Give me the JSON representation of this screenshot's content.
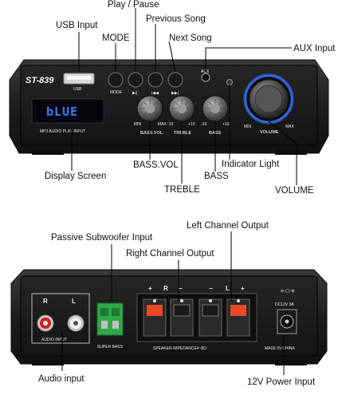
{
  "device_top": {
    "brand": "ST-839",
    "usb_label": "USB",
    "mode_label": "MODE",
    "lcd_text": "bLUE",
    "mp3_label": "MP3 AUDIO PLAY INPUT",
    "aux_label": "AUX",
    "knobs": {
      "bass_vol": {
        "label": "BASS.VOL",
        "min": "MIN",
        "max": "MAX"
      },
      "treble": {
        "label": "TREBLE",
        "min": "-10",
        "max": "+10"
      },
      "bass": {
        "label": "BASS",
        "min": "-10",
        "max": "+10"
      },
      "volume": {
        "label": "VOLUME",
        "min": "MIN",
        "max": "MAX"
      }
    }
  },
  "device_bottom": {
    "rl": {
      "r": "R",
      "l": "L"
    },
    "audio_input_label": "AUDIO INPUT",
    "super_bass_label": "SUPER BASS",
    "speaker_impedance": "SPEAKER IMPEDANCE4~8Ω",
    "made_in": "MADE IN CHINA",
    "dc_label": "DC12V 3A",
    "terminal_marks": [
      "+",
      "R",
      "−",
      "−",
      "L",
      "+"
    ]
  },
  "callouts": {
    "play_pause": "Play / Pause",
    "usb_input": "USB Input",
    "previous_song": "Previous Song",
    "mode": "MODE",
    "next_song": "Next Song",
    "aux_input": "AUX Input",
    "display_screen": "Display Screen",
    "bass_vol": "BASS.VOL",
    "bass": "BASS",
    "indicator_light": "Indicator Light",
    "volume": "VOLUME",
    "treble": "TREBLE",
    "passive_subwoofer_input": "Passive Subwoofer Input",
    "left_channel_output": "Left Channel Output",
    "right_channel_output": "Right Channel Output",
    "audio_input": "Audio input",
    "power_input": "12V Power Input"
  }
}
